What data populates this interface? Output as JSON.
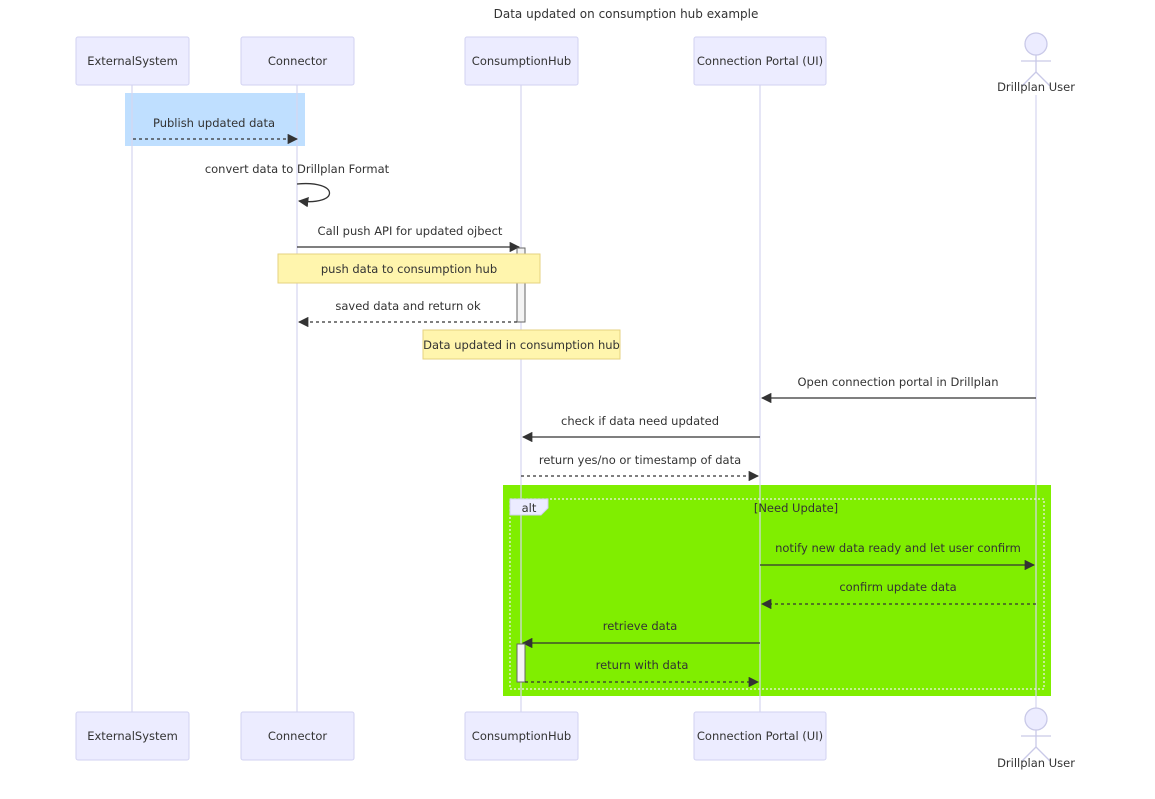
{
  "diagram": {
    "title": "Data updated on consumption hub example",
    "participants": [
      {
        "id": "ext",
        "label": "ExternalSystem",
        "kind": "box"
      },
      {
        "id": "conn",
        "label": "Connector",
        "kind": "box"
      },
      {
        "id": "hub",
        "label": "ConsumptionHub",
        "kind": "box"
      },
      {
        "id": "portal",
        "label": "Connection Portal (UI)",
        "kind": "box"
      },
      {
        "id": "user",
        "label": "Drillplan User",
        "kind": "actor"
      }
    ],
    "messages": [
      {
        "from": "ext",
        "to": "conn",
        "label": "Publish updated data",
        "style": "dashed"
      },
      {
        "from": "conn",
        "to": "conn",
        "label": "convert data to Drillplan Format",
        "style": "solid"
      },
      {
        "from": "conn",
        "to": "hub",
        "label": "Call push API for updated ojbect",
        "style": "solid"
      },
      {
        "from": "hub",
        "to": "conn",
        "label": "saved data and return ok",
        "style": "dashed"
      },
      {
        "from": "user",
        "to": "portal",
        "label": "Open connection portal in Drillplan",
        "style": "solid"
      },
      {
        "from": "portal",
        "to": "hub",
        "label": "check if data need updated",
        "style": "solid"
      },
      {
        "from": "hub",
        "to": "portal",
        "label": "return yes/no or timestamp of data",
        "style": "dashed"
      },
      {
        "from": "portal",
        "to": "user",
        "label": "notify new data ready and let user confirm",
        "style": "solid"
      },
      {
        "from": "user",
        "to": "portal",
        "label": "confirm update data",
        "style": "dashed"
      },
      {
        "from": "portal",
        "to": "hub",
        "label": "retrieve data",
        "style": "solid"
      },
      {
        "from": "hub",
        "to": "portal",
        "label": "return with data",
        "style": "dashed"
      }
    ],
    "notes": [
      {
        "label": "push data to consumption hub"
      },
      {
        "label": "Data updated in consumption hub"
      }
    ],
    "alt": {
      "tag": "alt",
      "condition": "[Need Update]"
    },
    "colors": {
      "actor_fill": "#ECECFF",
      "note_fill": "#fff5ad",
      "highlight_rect": "#bfdfff",
      "alt_background": "#80ee00",
      "text": "#333333"
    }
  }
}
